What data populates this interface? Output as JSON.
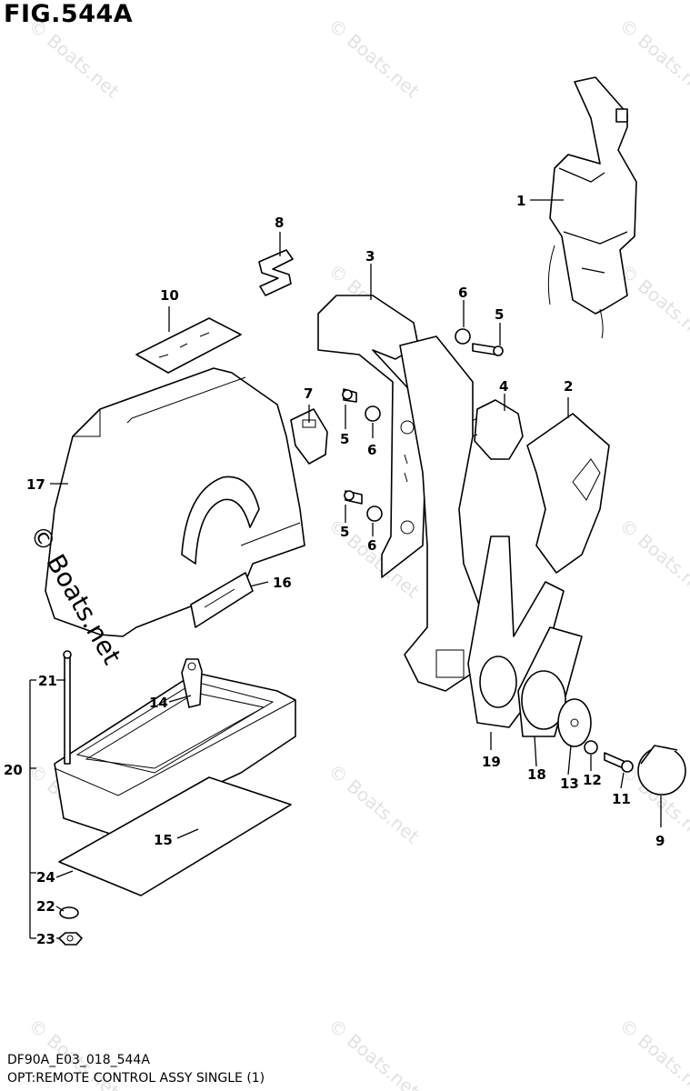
{
  "figure": {
    "title": "FIG.544A",
    "code": "DF90A_E03_018_544A",
    "description": "OPT:REMOTE CONTROL ASSY SINGLE (1)"
  },
  "watermark": {
    "text": "© Boats.net"
  },
  "callouts": {
    "c1": "1",
    "c2": "2",
    "c3": "3",
    "c4": "4",
    "c5a": "5",
    "c5b": "5",
    "c5c": "5",
    "c6a": "6",
    "c6b": "6",
    "c6c": "6",
    "c7": "7",
    "c8": "8",
    "c9": "9",
    "c10": "10",
    "c11": "11",
    "c12": "12",
    "c13": "13",
    "c14": "14",
    "c15": "15",
    "c16": "16",
    "c17": "17",
    "c18": "18",
    "c19": "19",
    "c20": "20",
    "c21": "21",
    "c22": "22",
    "c23": "23",
    "c24": "24"
  }
}
